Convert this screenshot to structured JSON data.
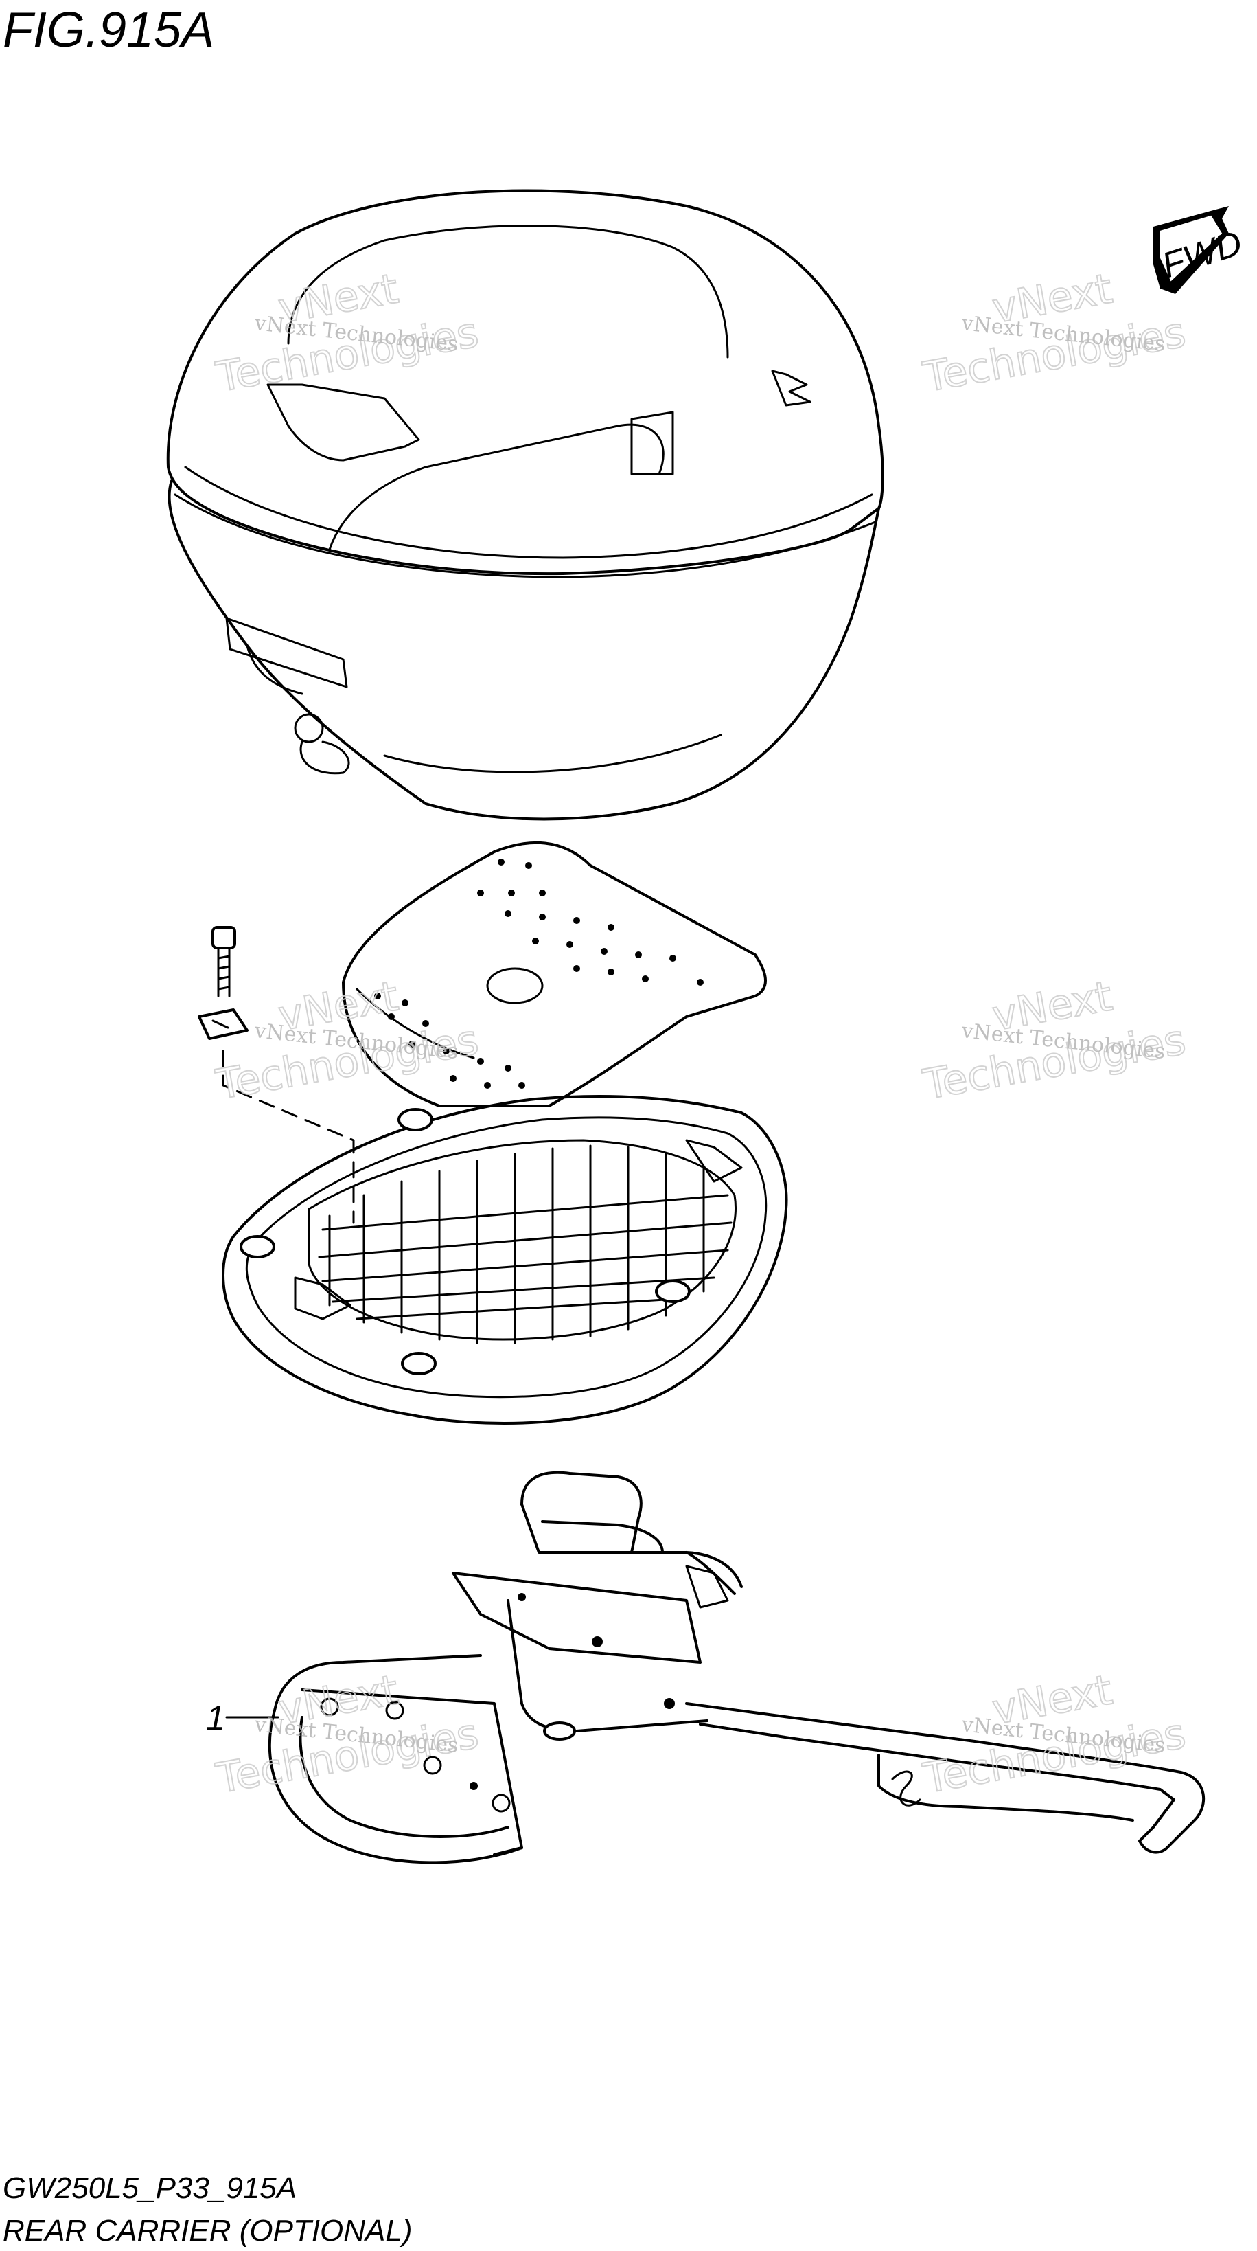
{
  "figure": {
    "title": "FIG.915A",
    "code": "GW250L5_P33_915A",
    "caption": "REAR CARRIER (OPTIONAL)",
    "fwd_label": "FWD"
  },
  "callouts": [
    {
      "number": "1"
    }
  ],
  "watermark": {
    "line1": "vNext Technologies",
    "line2": "vNext",
    "line3": "Technologies"
  },
  "colors": {
    "line": "#000000",
    "background": "#ffffff",
    "watermark": "#b9b9b9"
  }
}
